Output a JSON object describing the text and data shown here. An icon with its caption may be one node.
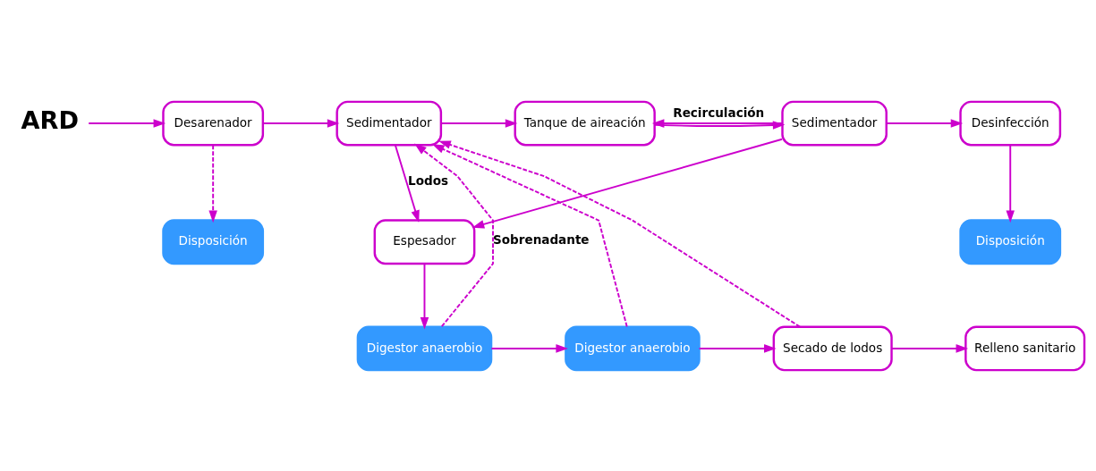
{
  "diagram": {
    "nodes": [
      {
        "text": [
          "ARD"
        ]
      },
      {
        "text": [
          "Desarenador"
        ]
      },
      {
        "text": [
          "Sedimentador"
        ]
      },
      {
        "text": [
          "Tanque de aireación"
        ]
      },
      {
        "text": [
          "Sedimentador"
        ]
      },
      {
        "text": [
          "Desinfección"
        ]
      },
      {
        "text": [
          "Disposición"
        ]
      },
      {
        "text": [
          "Espesador"
        ]
      },
      {
        "text": [
          "Disposición"
        ]
      },
      {
        "text": [
          "Digestor anaerobio"
        ]
      },
      {
        "text": [
          "Digestor anaerobio"
        ]
      },
      {
        "text": [
          "Secado de lodos"
        ]
      },
      {
        "text": [
          "Relleno sanitario"
        ]
      }
    ],
    "edges": [
      {
        "from": 0,
        "to": 1,
        "arrow": "to"
      },
      {
        "from": 1,
        "to": 2,
        "arrow": "to"
      },
      {
        "from": 2,
        "to": 3,
        "arrow": "to"
      },
      {
        "from": 3,
        "to": 4,
        "arrow": "to"
      },
      {
        "from": 4,
        "to": 5,
        "arrow": "to"
      },
      {
        "from": 1,
        "to": 6,
        "arrow": "to",
        "style": "dashed"
      },
      {
        "from": 2,
        "to": 7,
        "arrow": "to",
        "label": "Lodos"
      },
      {
        "from": 4,
        "to": 3,
        "arrow": "to",
        "label": "Recirculación"
      },
      {
        "from": 4,
        "to": 7,
        "arrow": "to"
      },
      {
        "from": 5,
        "to": 8,
        "arrow": "to"
      },
      {
        "from": 7,
        "to": 9,
        "arrow": "to"
      },
      {
        "from": 9,
        "to": 10,
        "arrow": "to"
      },
      {
        "from": 10,
        "to": 11,
        "arrow": "to"
      },
      {
        "from": 11,
        "to": 12,
        "arrow": "to"
      },
      {
        "from": 9,
        "to": 2,
        "arrow": "to",
        "style": "dashed",
        "label": "Sobrenadante"
      },
      {
        "from": 10,
        "to": 2,
        "arrow": "to",
        "style": "dashed"
      },
      {
        "from": 11,
        "to": 2,
        "arrow": "to",
        "style": "dashed"
      }
    ]
  }
}
